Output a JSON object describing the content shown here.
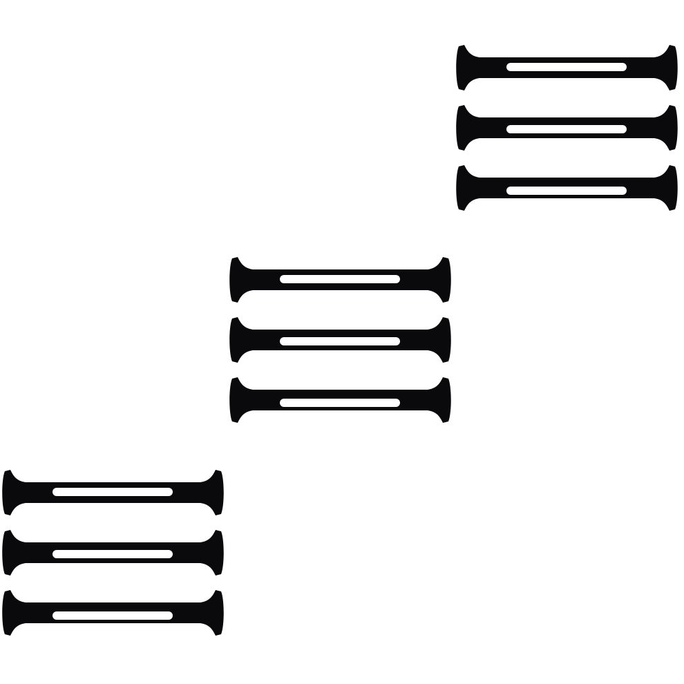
{
  "image": {
    "background_color": "#ffffff",
    "object_color": "#0a0a0c",
    "slot_color": "#ffffff",
    "object_kind": "silicone-strap-holder",
    "groups": [
      {
        "name": "top-right-group",
        "count": 3
      },
      {
        "name": "middle-group",
        "count": 3
      },
      {
        "name": "bottom-left-group",
        "count": 3
      }
    ]
  }
}
